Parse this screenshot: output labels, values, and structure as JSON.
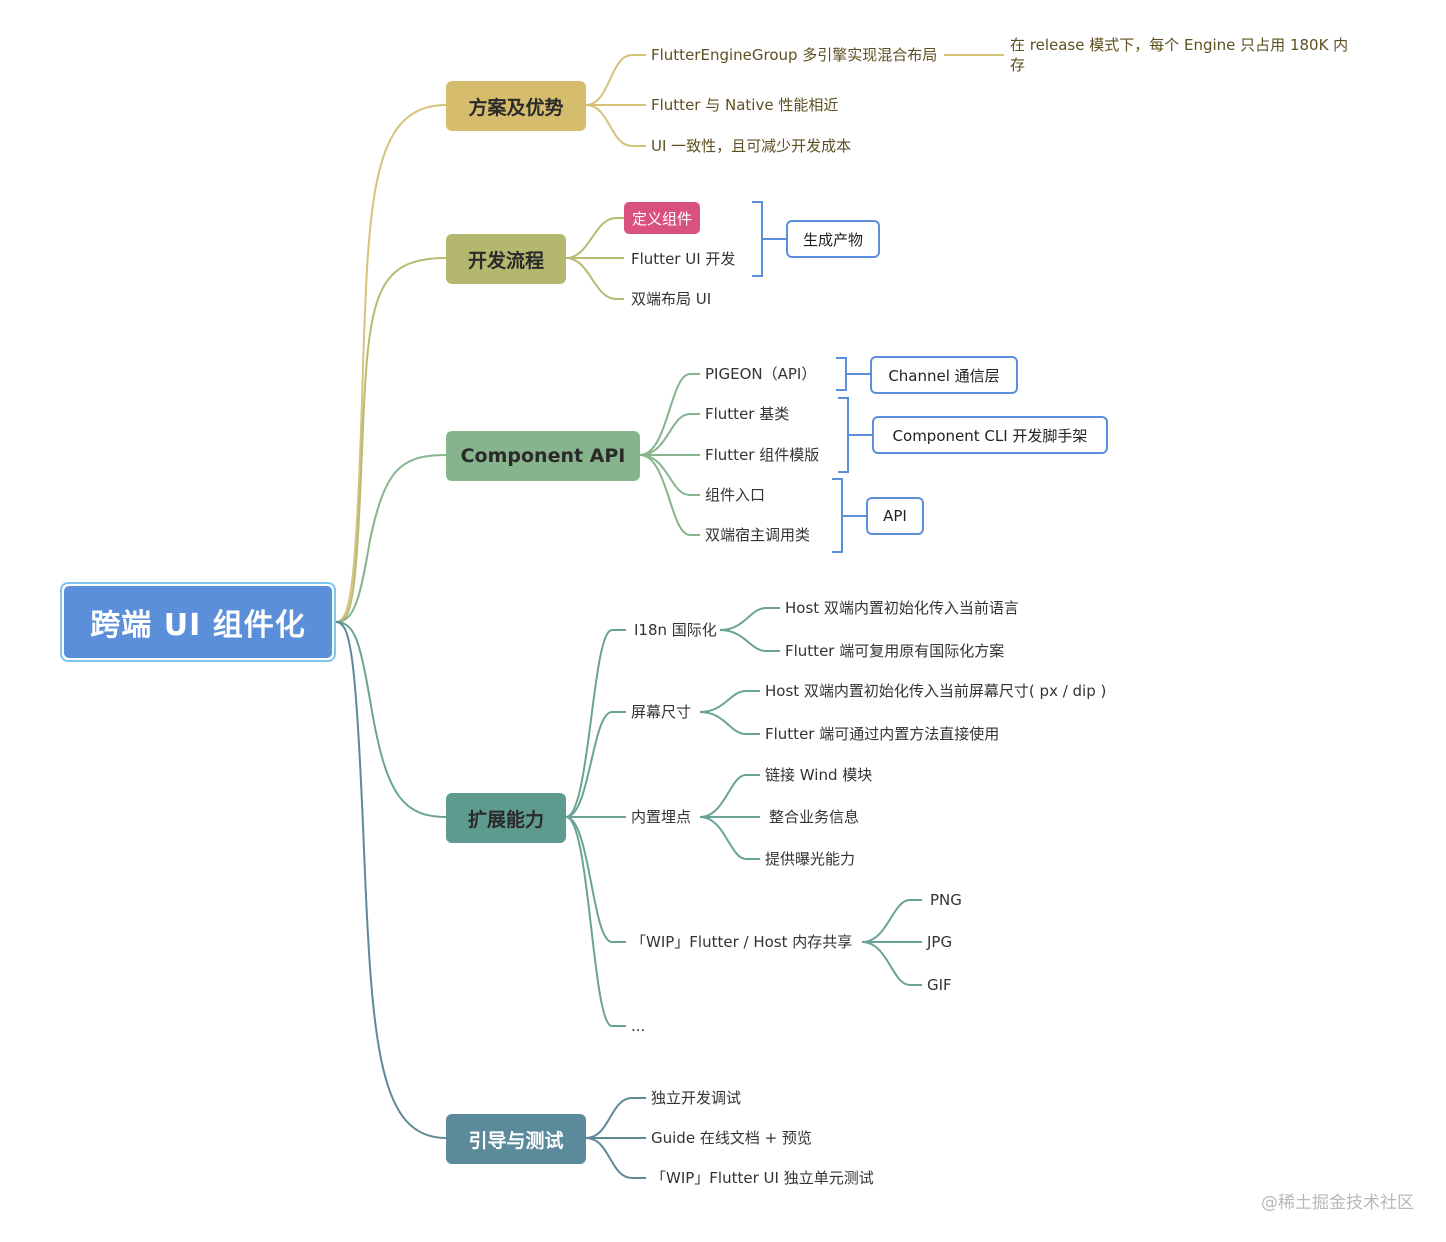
{
  "title": "跨端 UI 组件化",
  "branches": [
    {
      "label": "方案及优势",
      "color": "#d6bd6e",
      "line": "#d6c37a",
      "items": [
        "FlutterEngineGroup 多引擎实现混合布局",
        "Flutter 与 Native 性能相近",
        "UI 一致性，且可减少开发成本"
      ],
      "sub_note": [
        "在 release 模式下，每个 Engine 只占用 180K 内",
        "存"
      ]
    },
    {
      "label": "开发流程",
      "color": "#b4b86e",
      "line": "#b8bb74",
      "items": [
        "定义组件",
        "Flutter UI 开发",
        "双端布局 UI"
      ],
      "summary": "生成产物"
    },
    {
      "label": "Component API",
      "color": "#86b48c",
      "line": "#86b48c",
      "items": [
        "PIGEON（API）",
        "Flutter 基类",
        "Flutter 组件模版",
        "组件入口",
        "双端宿主调用类"
      ],
      "summaries": [
        "Channel 通信层",
        "Component CLI 开发脚手架",
        "API"
      ]
    },
    {
      "label": "扩展能力",
      "color": "#5f9a8f",
      "line": "#6aa396",
      "items": [
        "I18n 国际化",
        "屏幕尺寸",
        "内置埋点",
        "「WIP」Flutter / Host 内存共享",
        "..."
      ],
      "children": [
        [
          "Host 双端内置初始化传入当前语言",
          "Flutter 端可复用原有国际化方案"
        ],
        [
          "Host 双端内置初始化传入当前屏幕尺寸( px / dip )",
          "Flutter 端可通过内置方法直接使用"
        ],
        [
          "链接 Wind 模块",
          "整合业务信息",
          "提供曝光能力"
        ],
        [
          "PNG",
          "JPG",
          "GIF"
        ]
      ]
    },
    {
      "label": "引导与测试",
      "color": "#5b8a9a",
      "line": "#5e8a98",
      "items": [
        "独立开发调试",
        "Guide 在线文档 + 预览",
        "「WIP」Flutter UI 独立单元测试"
      ]
    }
  ],
  "watermark": "@稀土掘金技术社区"
}
